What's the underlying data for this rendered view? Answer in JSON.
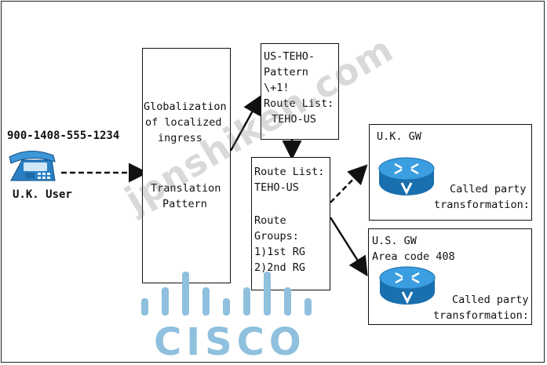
{
  "caller": {
    "number": "900-1408-555-1234",
    "user_label": "U.K. User"
  },
  "translation_box": {
    "line1": "Globalization",
    "line2": "of localized",
    "line3": "ingress",
    "line4": "Translation",
    "line5": "Pattern"
  },
  "route_pattern_box": {
    "line1": "US-TEHO-",
    "line2": "Pattern",
    "line3": "\\+1!",
    "line4": "Route List:",
    "line5": "TEHO-US"
  },
  "route_list_box": {
    "line1": "Route List:",
    "line2": "TEHO-US",
    "line3": "Route",
    "line4": "Groups:",
    "line5": "1)1st RG",
    "line6": "2)2nd RG"
  },
  "uk_gw": {
    "title": "U.K. GW",
    "line1": "Called party",
    "line2": "transformation:"
  },
  "us_gw": {
    "title": "U.S. GW",
    "subtitle": "Area code 408",
    "line1": "Called party",
    "line2": "transformation:"
  },
  "watermark": "jpnshiken.com",
  "logo": {
    "word": "CISCO"
  },
  "colors": {
    "phone": "#2a7fc4",
    "router": "#1f86c8",
    "logo": "#8fc0de"
  }
}
